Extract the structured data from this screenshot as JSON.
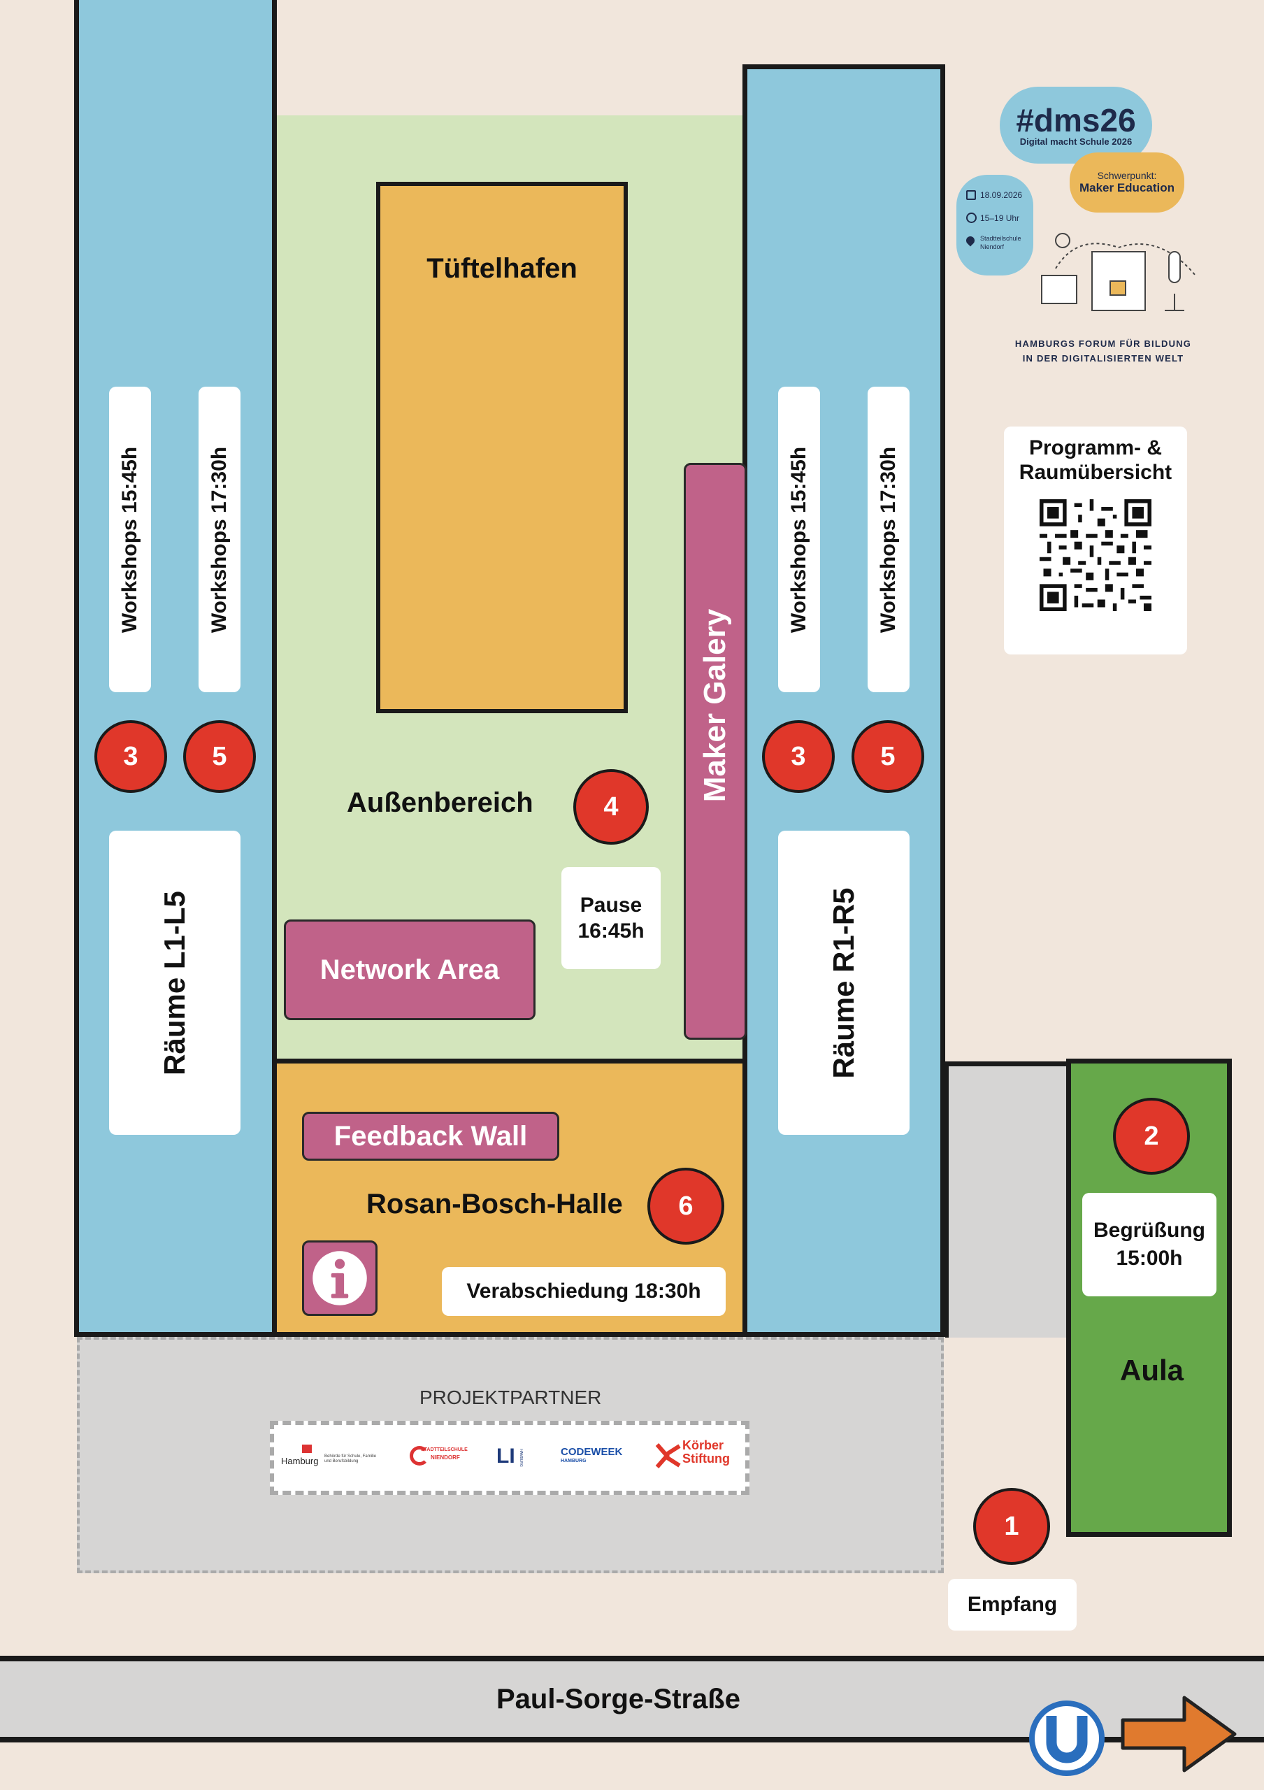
{
  "rooms": {
    "left_workshop_1": "Workshops 15:45h",
    "left_workshop_2": "Workshops 17:30h",
    "left_rooms": "Räume L1-L5",
    "right_workshop_1": "Workshops 15:45h",
    "right_workshop_2": "Workshops 17:30h",
    "right_rooms": "Räume R1-R5",
    "tueftelhafen": "Tüftelhafen",
    "aussenbereich": "Außenbereich",
    "maker_galery": "Maker Galery",
    "network_area": "Network Area",
    "pause": "Pause\n16:45h",
    "feedback_wall": "Feedback Wall",
    "rosan_bosch_halle": "Rosan-Bosch-Halle",
    "verabschiedung": "Verabschiedung 18:30h",
    "begruessung": "Begrüßung\n15:00h",
    "aula": "Aula",
    "empfang": "Empfang"
  },
  "stations": {
    "s1": "1",
    "s2": "2",
    "s3_left": "3",
    "s5_left": "5",
    "s3_right": "3",
    "s5_right": "5",
    "s4": "4",
    "s6": "6"
  },
  "street": "Paul-Sorge-Straße",
  "partners": {
    "heading": "PROJEKTPARTNER",
    "hamburg": "Hamburg",
    "hamburg_sub": "Behörde für Schule, Familie und Berufsbildung",
    "niendorf_top": "STADTTEILSCHULE",
    "niendorf": "NIENDORF",
    "li": "LI",
    "li_side": "HAMBURG",
    "codeweek": "CODEWEEK",
    "codeweek_sub": "HAMBURG",
    "koerber": "Körber\nStiftung"
  },
  "event": {
    "hashtag": "#dms26",
    "subtitle": "Digital macht Schule 2026",
    "date": "18.09.2026",
    "time": "15–19 Uhr",
    "location": "Stadtteilschule\nNiendorf",
    "focus_label": "Schwerpunkt:",
    "focus": "Maker Education",
    "forum_line1": "HAMBURGS FORUM FÜR BILDUNG",
    "forum_line2": "IN DER DIGITALISIERTEN WELT"
  },
  "qr": {
    "title": "Programm- &\nRaumübersicht"
  },
  "colors": {
    "background": "#f1e6dc",
    "blue_wing": "#8ec8dc",
    "outdoor": "#d3e5bc",
    "hall": "#ebb85a",
    "aula": "#66a84a",
    "station": "#e0372a",
    "accent_pink": "#c06289",
    "ubahn": "#2a6ebd",
    "arrow": "#e07a2e"
  },
  "icons": [
    "info-icon",
    "u-bahn-icon",
    "arrow-right-icon",
    "calendar-icon",
    "clock-icon",
    "pin-icon",
    "qr-code-icon"
  ]
}
